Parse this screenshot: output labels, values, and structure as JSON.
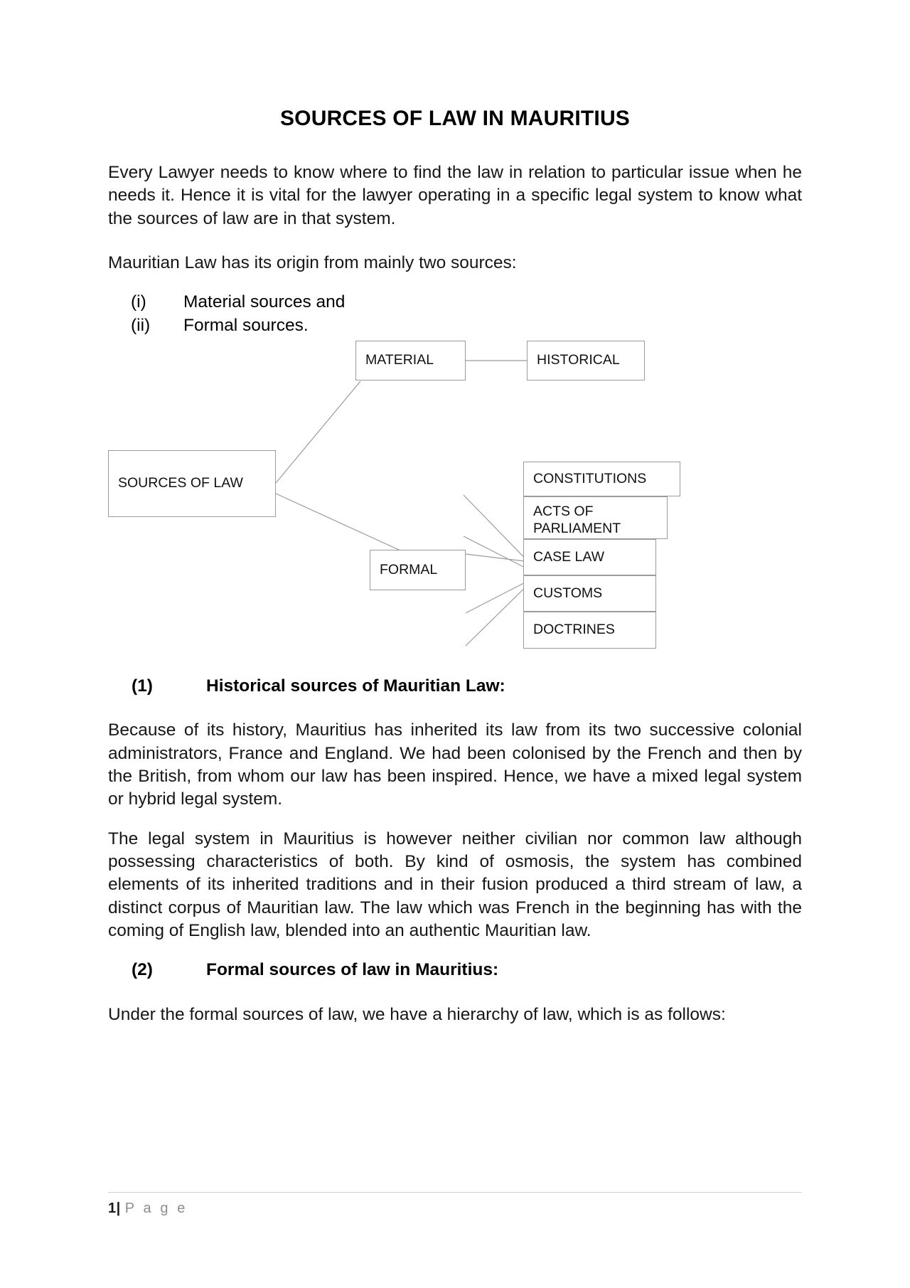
{
  "document": {
    "title": "SOURCES OF LAW IN MAURITIUS",
    "intro_paragraph": "Every Lawyer needs to know where to find the law in relation to particular issue when he needs it. Hence it is vital for the lawyer operating in a specific legal system to know what the sources of law are in that system.",
    "origin_paragraph": "Mauritian Law has its origin from mainly two sources:",
    "origin_list": [
      {
        "marker": "(i)",
        "text": "Material sources and"
      },
      {
        "marker": "(ii)",
        "text": "Formal sources."
      }
    ],
    "sections": [
      {
        "number": "(1)",
        "heading": "Historical sources of Mauritian Law:",
        "paragraphs": [
          "Because of its history, Mauritius has inherited its law from its two successive colonial administrators, France and England. We had been colonised by the French and then by the British, from whom our law has been inspired. Hence, we have a mixed legal system or hybrid legal system.",
          "The legal system in Mauritius is however neither civilian nor common law although possessing characteristics of both. By kind of osmosis, the system has combined elements of its inherited traditions and in their fusion produced a third stream of law, a distinct corpus of Mauritian law. The law which was French in the beginning has with the coming of English law, blended into an authentic Mauritian law."
        ]
      },
      {
        "number": "(2)",
        "heading": "Formal sources of law in Mauritius:",
        "paragraphs": [
          "Under the formal sources of law, we have a hierarchy of law, which is as follows:"
        ]
      }
    ],
    "footer": {
      "page_number": "1",
      "separator": "|",
      "page_word": "P a g e"
    }
  },
  "diagram": {
    "name": "sources-of-law-hierarchy",
    "boxes": {
      "root": "SOURCES OF LAW",
      "material": "MATERIAL",
      "historical": "HISTORICAL",
      "formal": "FORMAL",
      "constitutions": "CONSTITUTIONS",
      "acts_of_parliament_line1": "ACTS OF",
      "acts_of_parliament_line2": "PARLIAMENT",
      "case_law": "CASE LAW",
      "customs": "CUSTOMS",
      "doctrines": "DOCTRINES"
    },
    "line_color": "#9b9b9b",
    "border_color": "#9b9b9b"
  }
}
